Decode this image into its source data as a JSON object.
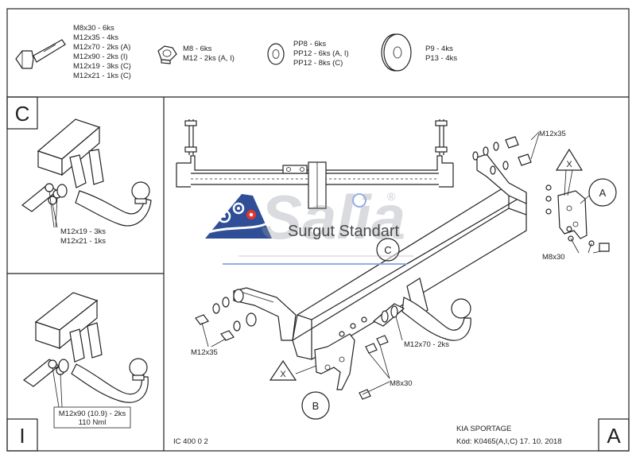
{
  "parts_box": {
    "bolts": [
      "M8x30 - 6ks",
      "M12x35 - 4ks",
      "M12x70 - 2ks (A)",
      "M12x90 - 2ks (I)",
      "M12x19 - 3ks (C)",
      "M12x21 - 1ks (C)"
    ],
    "nuts": [
      "M8 - 6ks",
      "M12 - 2ks (A, I)"
    ],
    "washers_pp": [
      "PP8 - 6ks",
      "PP12 - 6ks (A, I)",
      "PP12 - 8ks (C)"
    ],
    "washers_p": [
      "P9 - 4ks",
      "P13 - 4ks"
    ]
  },
  "variant_c": {
    "letter": "C",
    "labels": [
      "M12x19 - 3ks",
      "M12x21 - 1ks"
    ]
  },
  "variant_i": {
    "letter": "I",
    "labels": [
      "M12x90 (10.9) - 2ks",
      "110 Nml"
    ]
  },
  "main": {
    "center_marker": "C",
    "callouts": {
      "m12x35_top": "M12x35",
      "m12x35_left": "M12x35",
      "m8x30_right": "M8x30",
      "m8x30_bottom": "M8x30",
      "m12x70": "M12x70 - 2ks",
      "x_top": "X",
      "x_bottom": "X",
      "a": "A",
      "b": "B"
    }
  },
  "watermark": {
    "brand": "Salia",
    "reg": "®",
    "subtitle": "Surgut Standart"
  },
  "footer": {
    "code": "IC 400 0 2",
    "model": "KIA SPORTAGE",
    "kod": "Kód: K0465(A,I,C)  17. 10. 2018",
    "corner_letter": "A"
  },
  "colors": {
    "ink": "#222222",
    "watermark_blue": "#1f3f8f",
    "watermark_red": "#e2261d",
    "watermark_gray": "#8a8f99"
  }
}
